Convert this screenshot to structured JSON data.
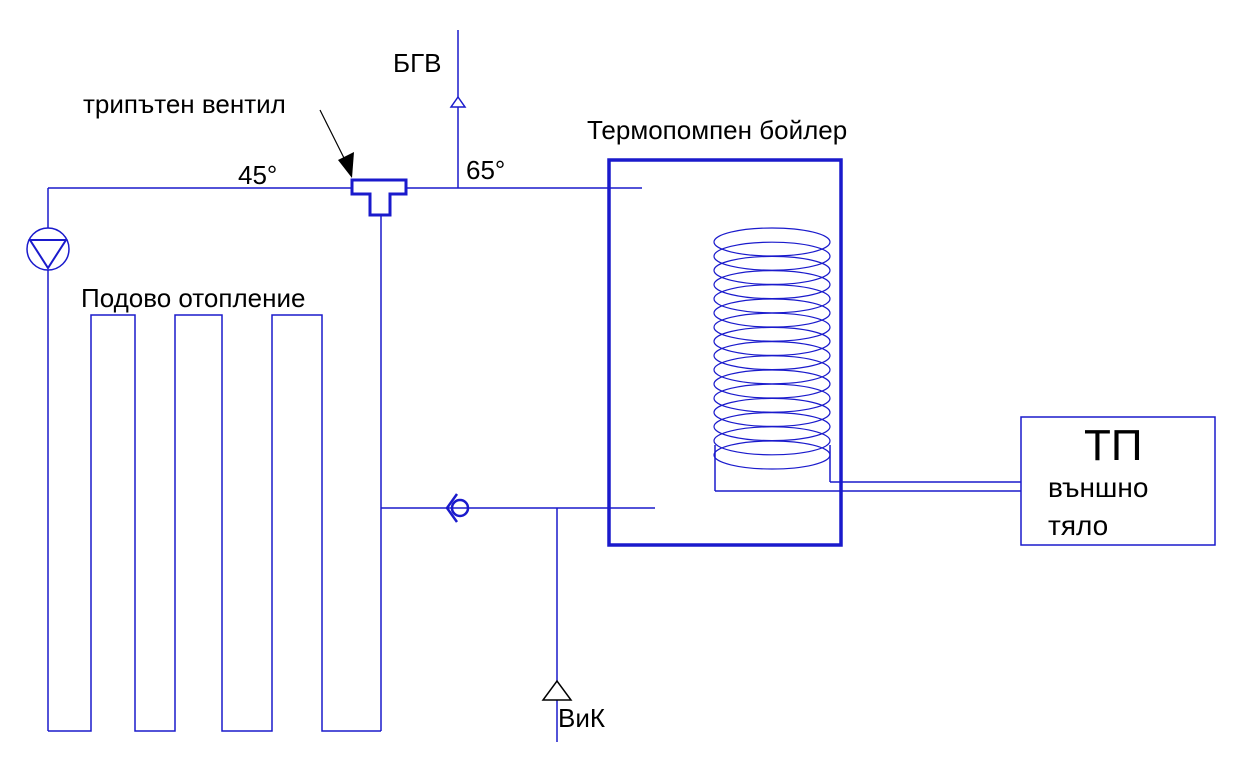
{
  "colors": {
    "pipe": "#1a1acc",
    "equipment": "#1a1acc",
    "text": "#000000",
    "background": "#ffffff"
  },
  "labels": {
    "dhw": "БГВ",
    "three_way_valve": "трипътен вентил",
    "temp_return": "45°",
    "temp_supply": "65°",
    "boiler": "Термопомпен бойлер",
    "floor_heating": "Подово отопление",
    "heat_pump_title": "ТП",
    "heat_pump_line1": "външно",
    "heat_pump_line2": "тяло",
    "water_supply": "ВиК"
  },
  "icons": {
    "pump": "circulation-pump-icon",
    "valve": "three-way-valve-icon",
    "check": "check-valve-icon",
    "flow": "flow-direction-arrow-icon"
  }
}
